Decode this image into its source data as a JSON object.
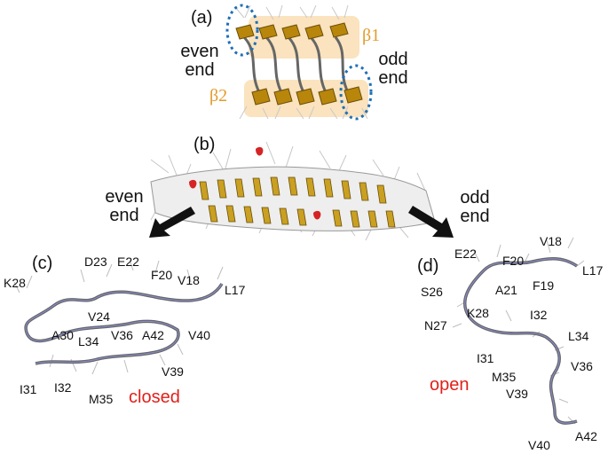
{
  "colors": {
    "beta_label": "#e39b2a",
    "strand": "#b8860b",
    "highlight_band": "#f9dcae",
    "dashed_circle": "#1f6fb8",
    "helix": "#d62424",
    "state_text": "#e0201a",
    "backbone": "#555555"
  },
  "panels": {
    "a": {
      "label": "(a)",
      "beta1": "β1",
      "beta2": "β2",
      "even_end": [
        "even",
        "end"
      ],
      "odd_end": [
        "odd",
        "end"
      ]
    },
    "b": {
      "label": "(b)",
      "even_end": [
        "even",
        "end"
      ],
      "odd_end": [
        "odd",
        "end"
      ]
    },
    "c": {
      "label": "(c)",
      "state": "closed",
      "residues": [
        "K28",
        "D23",
        "E22",
        "F20",
        "V18",
        "L17",
        "V24",
        "A30",
        "L34",
        "V36",
        "A42",
        "V40",
        "V39",
        "I31",
        "I32",
        "M35"
      ]
    },
    "d": {
      "label": "(d)",
      "state": "open",
      "residues": [
        "V18",
        "F20",
        "E22",
        "L17",
        "F19",
        "A21",
        "S26",
        "K28",
        "I32",
        "N27",
        "L34",
        "I31",
        "V36",
        "M35",
        "V39",
        "V40",
        "A42"
      ]
    }
  }
}
